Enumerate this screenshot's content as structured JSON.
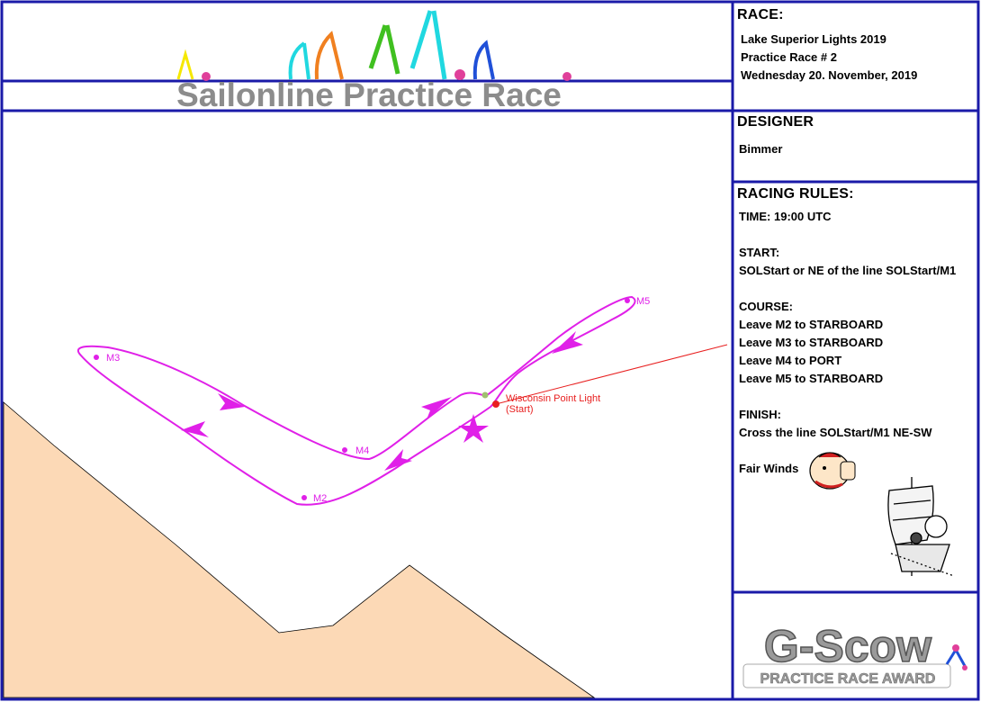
{
  "header": {
    "banner_text": "Sailonline Practice Race"
  },
  "race": {
    "heading": "RACE:",
    "lines": [
      "Lake Superior Lights 2019",
      "Practice Race # 2",
      "Wednesday 20. November, 2019"
    ]
  },
  "designer": {
    "heading": "DESIGNER",
    "name": "Bimmer"
  },
  "rules": {
    "heading": "RACING RULES:",
    "lines": [
      "TIME: 19:00 UTC",
      "",
      "START:",
      "SOLStart or NE of the line SOLStart/M1",
      "",
      "COURSE:",
      "Leave M2 to STARBOARD",
      "Leave M3 to STARBOARD",
      "Leave M4 to PORT",
      "Leave M5 to STARBOARD",
      "",
      "FINISH:",
      "Cross the line SOLStart/M1 NE-SW",
      "",
      "Fair Winds"
    ]
  },
  "map": {
    "marks": [
      {
        "label": "M2"
      },
      {
        "label": "M3"
      },
      {
        "label": "M4"
      },
      {
        "label": "M5"
      }
    ],
    "start_label_1": "Wisconsin Point Light",
    "start_label_2": "(Start)"
  },
  "award": {
    "logo_text": "G-Scow",
    "sub_text": "PRACTICE RACE AWARD"
  },
  "colors": {
    "border": "#1a1aa8",
    "route": "#e020e8",
    "land": "#fcd9b6",
    "start": "#e82020",
    "banner_text": "#8c8c8c"
  }
}
